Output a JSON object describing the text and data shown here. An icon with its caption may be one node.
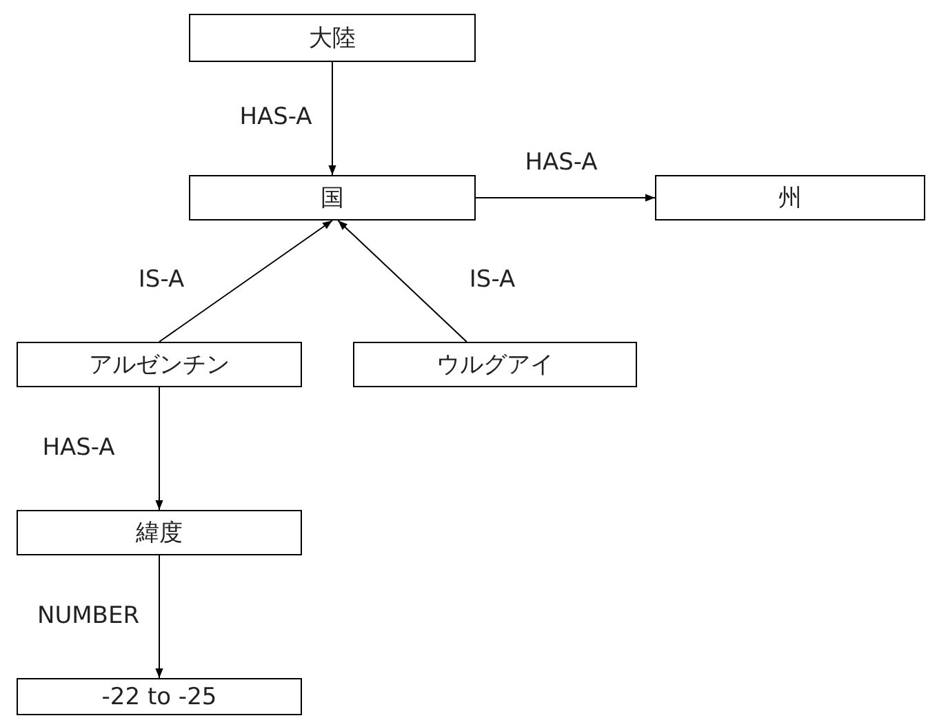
{
  "diagram": {
    "nodes": [
      {
        "text": [
          "大陸"
        ]
      },
      {
        "text": [
          "国"
        ]
      },
      {
        "text": [
          "州"
        ]
      },
      {
        "text": [
          "アルゼンチン"
        ]
      },
      {
        "text": [
          "ウルグアイ"
        ]
      },
      {
        "text": [
          "緯度"
        ]
      },
      {
        "text": [
          "-22 to -25"
        ]
      }
    ],
    "edges": [
      {
        "from": 0,
        "to": 1,
        "arrow": "to",
        "label": "HAS-A"
      },
      {
        "from": 1,
        "to": 2,
        "arrow": "to",
        "label": "HAS-A"
      },
      {
        "from": 3,
        "to": 1,
        "arrow": "to",
        "label": "IS-A"
      },
      {
        "from": 4,
        "to": 1,
        "arrow": "to",
        "label": "IS-A"
      },
      {
        "from": 3,
        "to": 5,
        "arrow": "to",
        "label": "HAS-A"
      },
      {
        "from": 5,
        "to": 6,
        "arrow": "to",
        "label": "NUMBER"
      }
    ]
  }
}
